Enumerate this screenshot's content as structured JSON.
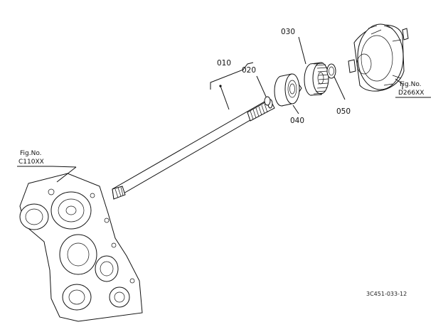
{
  "parts": [
    {
      "number": "010"
    },
    {
      "number": "020"
    },
    {
      "number": "030"
    },
    {
      "number": "040"
    },
    {
      "number": "050"
    }
  ],
  "refs": [
    {
      "prefix": "Fig.No.",
      "code": "C110XX"
    },
    {
      "prefix": "Fig.No.",
      "code": "D266XX"
    }
  ],
  "drawing_code": "3C451-033-12"
}
